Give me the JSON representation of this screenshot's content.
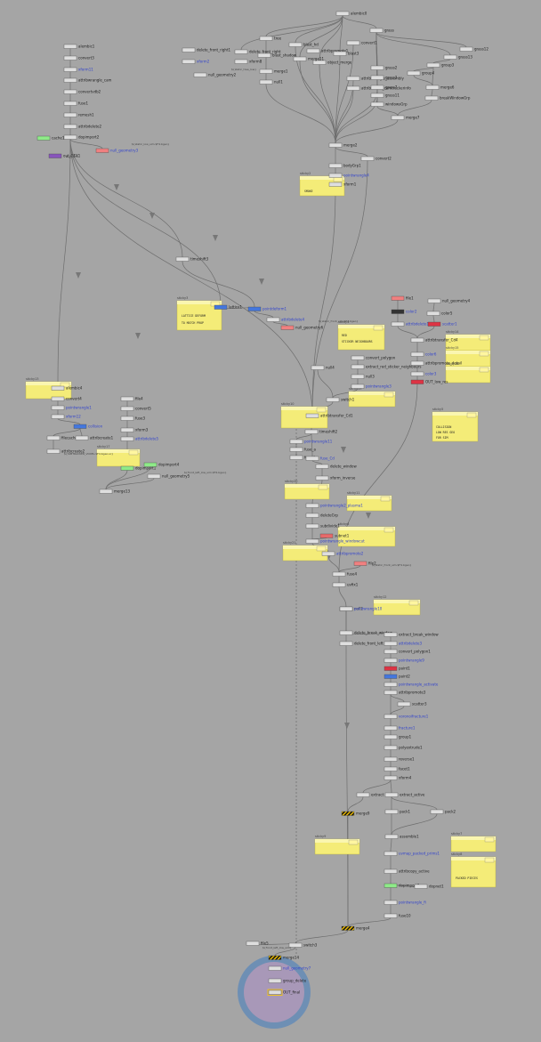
{
  "colors": {
    "background": "#a5a5a5",
    "node_default": "#dedede",
    "node_green": "#8eea88",
    "node_red": "#e66a6a",
    "node_pink": "#f08080",
    "node_blue": "#4477dd",
    "node_purple": "#8855bb",
    "node_dark": "#333333",
    "node_crimson": "#dd3344",
    "edge": "#6e6e6e",
    "sticky_fill": "#f4ec78",
    "sticky_header": "#faf6b0",
    "subnet_outer": "#6e8fb4",
    "subnet_inner": "#a898b8",
    "output_border": "#ffcc00",
    "blue_label": "#3344cc"
  },
  "nodes": [
    {
      "id": "alembic0",
      "label": "alembic0"
    },
    {
      "id": "attribcreate_camtrackerinfo",
      "label": "attribcreate_camtrackerinfo"
    },
    {
      "id": "attribpromote1",
      "label": "attribpromote1"
    },
    {
      "id": "attribwrangle_assembly",
      "label": "attribwrangle_assembly"
    },
    {
      "id": "convert1",
      "label": "convert1"
    },
    {
      "id": "object_merge",
      "label": "object_merge"
    },
    {
      "id": "null1",
      "label": "null1"
    },
    {
      "id": "blast3",
      "label": "blast3"
    },
    {
      "id": "delete_front_right1",
      "label": "delete_front_right1"
    },
    {
      "id": "delete_front_right",
      "label": "delete_front_right"
    },
    {
      "id": "blast_shadow",
      "label": "blast_shadow"
    },
    {
      "id": "blast_hd",
      "label": "blast_hd"
    },
    {
      "id": "xform2",
      "label": "xform2"
    },
    {
      "id": "xform8",
      "label": "xform8"
    },
    {
      "id": "merge1",
      "label": "merge1"
    },
    {
      "id": "null_geometry2",
      "label": "null_geometry2"
    },
    {
      "id": "merge11",
      "label": "merge11"
    },
    {
      "id": "tree",
      "label": "tree"
    },
    {
      "id": "grass",
      "label": "grass"
    },
    {
      "id": "grass2",
      "label": "grass2"
    },
    {
      "id": "grass3",
      "label": "grass3"
    },
    {
      "id": "grass7",
      "label": "grass7"
    },
    {
      "id": "grass11",
      "label": "grass11"
    },
    {
      "id": "grass12",
      "label": "grass12"
    },
    {
      "id": "grass13",
      "label": "grass13"
    },
    {
      "id": "group3",
      "label": "group3"
    },
    {
      "id": "group4",
      "label": "group4"
    },
    {
      "id": "windowsGrp",
      "label": "windowsGrp"
    },
    {
      "id": "merge6",
      "label": "merge6"
    },
    {
      "id": "breakWindowGrp",
      "label": "breakWindowGrp"
    },
    {
      "id": "merge7",
      "label": "merge7"
    },
    {
      "id": "merge2",
      "label": "merge2"
    },
    {
      "id": "convert2",
      "label": "convert2"
    },
    {
      "id": "bodyGrp1",
      "label": "bodyGrp1"
    },
    {
      "id": "pointwrangle4",
      "label": "pointwrangle4"
    },
    {
      "id": "xform1",
      "label": "xform1"
    },
    {
      "id": "alembic1",
      "label": "alembic1"
    },
    {
      "id": "convert3",
      "label": "convert3"
    },
    {
      "id": "xform11",
      "label": "xform11"
    },
    {
      "id": "attribwrangle_cam",
      "label": "attribwrangle_cam"
    },
    {
      "id": "convertvdb2",
      "label": "convertvdb2"
    },
    {
      "id": "fuse1",
      "label": "fuse1"
    },
    {
      "id": "remesh1",
      "label": "remesh1"
    },
    {
      "id": "attribdelete2",
      "label": "attribdelete2"
    },
    {
      "id": "dopimport2",
      "label": "dopimport2"
    },
    {
      "id": "cache1",
      "label": "cache1"
    },
    {
      "id": "out_GFX1",
      "label": "out_GFX1"
    },
    {
      "id": "null_geometry3",
      "label": "null_geometry3"
    },
    {
      "id": "timeshift3",
      "label": "timeshift3"
    },
    {
      "id": "lattice1",
      "label": "lattice1"
    },
    {
      "id": "pointdeform1",
      "label": "pointdeform1"
    },
    {
      "id": "attribdelete4",
      "label": "attribdelete4"
    },
    {
      "id": "null_geometry6",
      "label": "null_geometry6"
    },
    {
      "id": "file1",
      "label": "file1"
    },
    {
      "id": "color2",
      "label": "color2"
    },
    {
      "id": "attribdelete1",
      "label": "attribdelete1"
    },
    {
      "id": "null_geometry4",
      "label": "null_geometry4"
    },
    {
      "id": "color5",
      "label": "color5"
    },
    {
      "id": "scatter1",
      "label": "scatter1"
    },
    {
      "id": "color1",
      "label": "color1"
    },
    {
      "id": "convert_polygon",
      "label": "convert_polygon"
    },
    {
      "id": "extract_red_sticker_neighbours",
      "label": "extract_red_sticker_neighbours"
    },
    {
      "id": "null4",
      "label": "null4"
    },
    {
      "id": "pointwrangle3",
      "label": "pointwrangle3"
    },
    {
      "id": "attribtransfer_Cd4",
      "label": "attribtransfer_Cd4"
    },
    {
      "id": "color6",
      "label": "color6"
    },
    {
      "id": "attribpromote_detail",
      "label": "attribpromote_detail"
    },
    {
      "id": "color3",
      "label": "color3"
    },
    {
      "id": "OUT_low_res",
      "label": "OUT_low_res"
    },
    {
      "id": "null3",
      "label": "null3"
    },
    {
      "id": "switch1",
      "label": "switch1"
    },
    {
      "id": "attribtransfer_Cd1",
      "label": "attribtransfer_Cd1"
    },
    {
      "id": "timeshift2",
      "label": "timeshift2"
    },
    {
      "id": "pointwrangle11",
      "label": "pointwrangle11"
    },
    {
      "id": "fuse_a",
      "label": "fuse_a"
    },
    {
      "id": "fuse_b",
      "label": "fuse_b"
    },
    {
      "id": "fuse_Cd",
      "label": "fuse_Cd"
    },
    {
      "id": "delete_window",
      "label": "delete_window"
    },
    {
      "id": "alembic4",
      "label": "alembic4"
    },
    {
      "id": "convert4",
      "label": "convert4"
    },
    {
      "id": "pointwrangle1",
      "label": "pointwrangle1"
    },
    {
      "id": "xform12",
      "label": "xform12"
    },
    {
      "id": "collision",
      "label": "collision"
    },
    {
      "id": "filecache",
      "label": "filecache"
    },
    {
      "id": "attribcreate1",
      "label": "attribcreate1"
    },
    {
      "id": "attribcreate2",
      "label": "attribcreate2"
    },
    {
      "id": "file4",
      "label": "file4"
    },
    {
      "id": "convert5",
      "label": "convert5"
    },
    {
      "id": "fuse3",
      "label": "fuse3"
    },
    {
      "id": "xform3",
      "label": "xform3"
    },
    {
      "id": "attribdelete5",
      "label": "attribdelete5"
    },
    {
      "id": "dopimport1",
      "label": "dopimport1"
    },
    {
      "id": "dopimport4",
      "label": "dopimport4"
    },
    {
      "id": "null_geometry5",
      "label": "null_geometry5"
    },
    {
      "id": "merge13",
      "label": "merge13"
    },
    {
      "id": "xform_inverse",
      "label": "xform_inverse"
    },
    {
      "id": "pointwrangle2_plasma1",
      "label": "pointwrangle2_plasma1"
    },
    {
      "id": "deleteGrp",
      "label": "deleteGrp"
    },
    {
      "id": "subdivide1",
      "label": "subdivide1"
    },
    {
      "id": "subnet1",
      "label": "subnet1"
    },
    {
      "id": "pointwrangle_windowcut",
      "label": "pointwrangle_windowcut"
    },
    {
      "id": "attribpromote2",
      "label": "attribpromote2"
    },
    {
      "id": "file2",
      "label": "file2"
    },
    {
      "id": "fuse4",
      "label": "fuse4"
    },
    {
      "id": "uvfix1",
      "label": "uvfix1"
    },
    {
      "id": "null2",
      "label": "null2"
    },
    {
      "id": "pointwrangle10",
      "label": "pointwrangle10"
    },
    {
      "id": "delete_break_window",
      "label": "delete_break_window"
    },
    {
      "id": "delete_front_left",
      "label": "delete_front_left"
    },
    {
      "id": "extract_break_window",
      "label": "extract_break_window"
    },
    {
      "id": "attribdelete3",
      "label": "attribdelete3"
    },
    {
      "id": "convert_polygon1",
      "label": "convert_polygon1"
    },
    {
      "id": "pointwrangle9",
      "label": "pointwrangle9"
    },
    {
      "id": "paint1",
      "label": "paint1"
    },
    {
      "id": "paint2",
      "label": "paint2"
    },
    {
      "id": "pointwrangle_activate",
      "label": "pointwrangle_activate"
    },
    {
      "id": "attribpromote3",
      "label": "attribpromote3"
    },
    {
      "id": "scatter3",
      "label": "scatter3"
    },
    {
      "id": "voronoifracture1",
      "label": "voronoifracture1"
    },
    {
      "id": "fracture1",
      "label": "fracture1"
    },
    {
      "id": "group1",
      "label": "group1"
    },
    {
      "id": "polyextrude1",
      "label": "polyextrude1"
    },
    {
      "id": "reverse1",
      "label": "reverse1"
    },
    {
      "id": "facet1",
      "label": "facet1"
    },
    {
      "id": "xform4",
      "label": "xform4"
    },
    {
      "id": "extract",
      "label": "extract"
    },
    {
      "id": "extract_active",
      "label": "extract_active"
    },
    {
      "id": "merge9",
      "label": "merge9"
    },
    {
      "id": "pack1",
      "label": "pack1"
    },
    {
      "id": "pack2",
      "label": "pack2"
    },
    {
      "id": "assemble1",
      "label": "assemble1"
    },
    {
      "id": "uvmap_packed_prims1",
      "label": "uvmap_packed_prims1"
    },
    {
      "id": "attribcopy_active",
      "label": "attribcopy_active"
    },
    {
      "id": "dopimport3",
      "label": "dopimport3"
    },
    {
      "id": "dopnet1",
      "label": "dopnet1"
    },
    {
      "id": "pointwrangle_fi",
      "label": "pointwrangle_fi"
    },
    {
      "id": "fuse10",
      "label": "fuse10"
    },
    {
      "id": "merge4",
      "label": "merge4"
    },
    {
      "id": "file5",
      "label": "file5"
    },
    {
      "id": "switch3",
      "label": "switch3"
    },
    {
      "id": "merge14",
      "label": "merge14"
    },
    {
      "id": "null_geometry7",
      "label": "null_geometry7"
    },
    {
      "id": "group_delete",
      "label": "group_delete"
    },
    {
      "id": "OUT_final",
      "label": "OUT_final"
    }
  ],
  "sticky_notes": [
    {
      "id": "sticky2",
      "label": "sticky2"
    },
    {
      "id": "sticky3",
      "label": "sticky3"
    },
    {
      "id": "sticky4",
      "label": "sticky4"
    },
    {
      "id": "sticky5",
      "label": "sticky5"
    },
    {
      "id": "sticky6",
      "label": "sticky6"
    },
    {
      "id": "sticky7",
      "label": "sticky7"
    },
    {
      "id": "sticky8",
      "label": "sticky8"
    },
    {
      "id": "sticky9",
      "label": "sticky9"
    },
    {
      "id": "sticky10",
      "label": "sticky10"
    },
    {
      "id": "sticky11",
      "label": "sticky11"
    },
    {
      "id": "sticky12",
      "label": "sticky12"
    },
    {
      "id": "sticky13",
      "label": "sticky13"
    },
    {
      "id": "sticky14",
      "label": "sticky14"
    },
    {
      "id": "sticky15",
      "label": "sticky15"
    },
    {
      "id": "sticky16",
      "label": "sticky16"
    },
    {
      "id": "sticky17",
      "label": "sticky17"
    },
    {
      "id": "sticky19",
      "label": "sticky19"
    },
    {
      "id": "sticky20",
      "label": "sticky20"
    },
    {
      "id": "sticky21",
      "label": "sticky21"
    }
  ],
  "sticky_texts": [
    {
      "id": "st_main",
      "text": "SMOKE"
    },
    {
      "id": "st_lat1",
      "text": "LATTICE DEFORM"
    },
    {
      "id": "st_lat2",
      "text": "TO MATCH PROP"
    },
    {
      "id": "st_red1",
      "text": "RED"
    },
    {
      "id": "st_red2",
      "text": "STICKER NEIGHBOURS"
    },
    {
      "id": "st_low1",
      "text": "COLLISION"
    },
    {
      "id": "st_low2",
      "text": "LOW RES GEO"
    },
    {
      "id": "st_low3",
      "text": "FOR SIM"
    },
    {
      "id": "st_note1",
      "text": "PACKED PIECES"
    }
  ],
  "node_comments": [
    {
      "id": "c_alembic0",
      "text": "${static_low_sim.$F4.bgeo}"
    },
    {
      "id": "c_outgfx",
      "text": "OUT_GFX"
    },
    {
      "id": "c_file1",
      "text": "${static_front_sim.$F4.bgeo}"
    },
    {
      "id": "c_file4",
      "text": "${front_left_low_sim.$F4.bgeo}"
    },
    {
      "id": "c_file2",
      "text": "${static_front_sim.$F4.bgeo}"
    },
    {
      "id": "c_filecache",
      "text": "${SIMTRACKER_VOXEL.$F4.bgeo.sc}"
    },
    {
      "id": "c_file5",
      "text": "${front_left_low_sim}"
    },
    {
      "id": "c_tree",
      "text": "${static_tree_low}"
    }
  ]
}
